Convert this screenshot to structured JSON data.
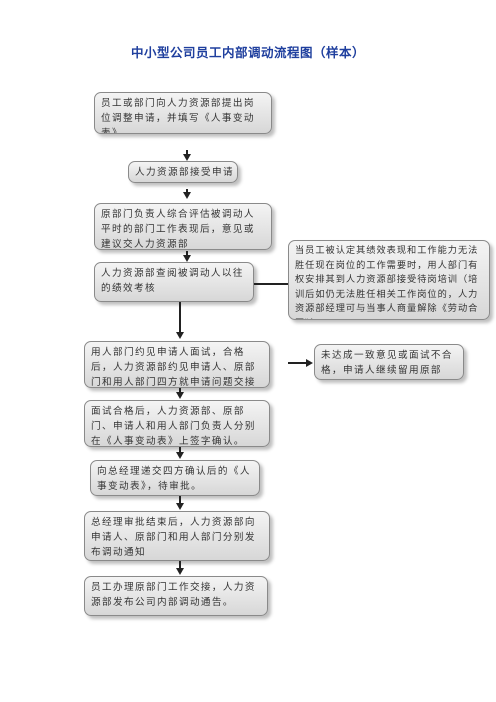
{
  "title": "中小型公司员工内部调动流程图（样本）",
  "steps": [
    "员工或部门向人力资源部提出岗位调整申请，并填写《人事变动表》",
    "人力资源部接受申请",
    "原部门负责人综合评估被调动人平时的部门工作表现后，意见或建议交人力资源部",
    "人力资源部查阅被调动人以往的绩效考核",
    "用人部门约见申请人面试，合格后，人力资源部约见申请人、原部门和用人部门四方就申请问题交接意见。",
    "面试合格后，人力资源部、原部门、申请人和用人部门负责人分别在《人事变动表》上签字确认。",
    "向总经理递交四方确认后的《人事变动表》，待审批。",
    "总经理审批结束后，人力资源部向申请人、原部门和用人部门分别发布调动通知",
    "员工办理原部门工作交接，人力资源部发布公司内部调动通告。"
  ],
  "side_notes": {
    "performance_note": "当员工被认定其绩效表现和工作能力无法胜任现在岗位的工作需要时，用人部门有权安排其到人力资源部接受待岗培训（培训后如仍无法胜任相关工作岗位的，人力资源部经理可与当事人商量解除《劳动合同》）",
    "disagreement_note": "未达成一致意见或面试不合格，申请人继续留用原部门。"
  }
}
